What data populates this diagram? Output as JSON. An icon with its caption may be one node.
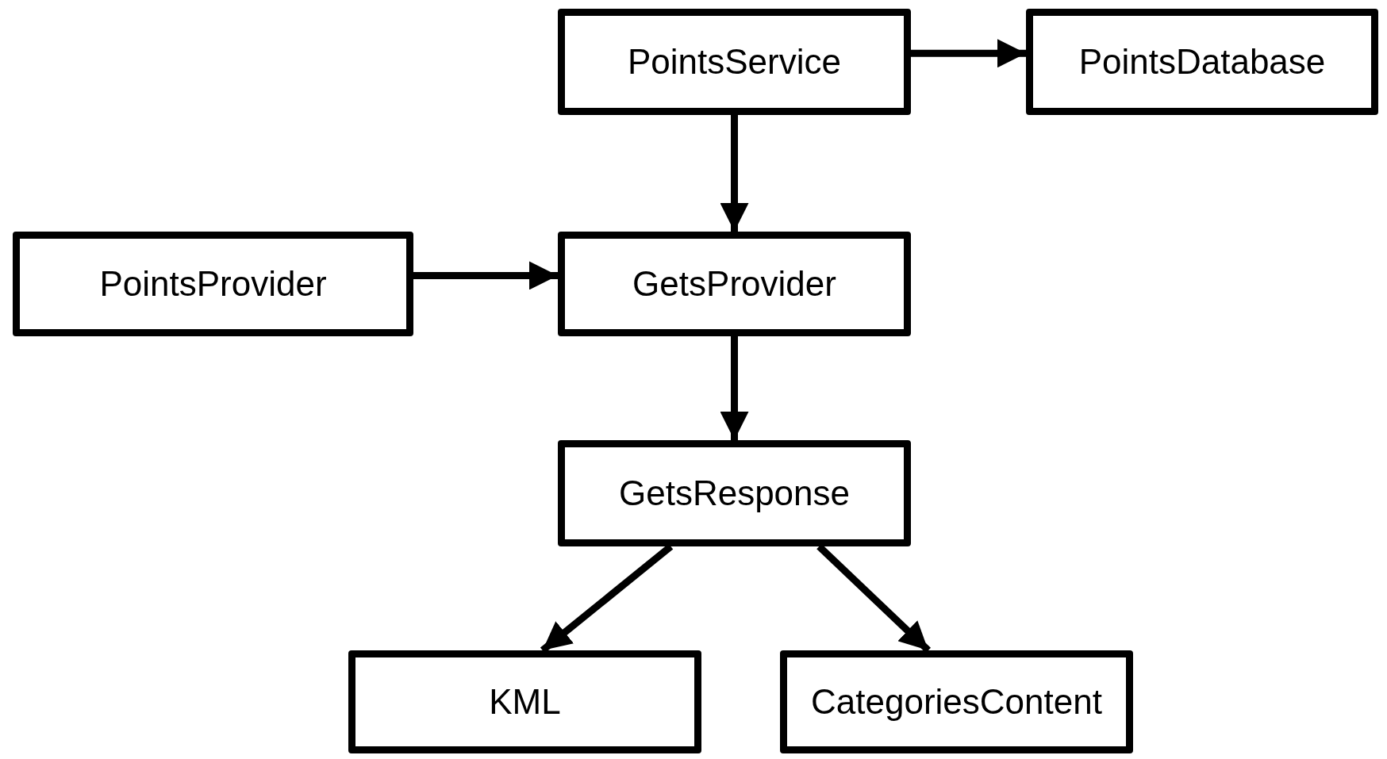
{
  "diagram": {
    "nodes": [
      {
        "text": [
          "PointsService"
        ]
      },
      {
        "text": [
          "PointsDatabase"
        ]
      },
      {
        "text": [
          "PointsProvider"
        ]
      },
      {
        "text": [
          "GetsProvider"
        ]
      },
      {
        "text": [
          "GetsResponse"
        ]
      },
      {
        "text": [
          "KML"
        ]
      },
      {
        "text": [
          "CategoriesContent"
        ]
      }
    ],
    "edges": [
      {
        "from": 0,
        "to": 1,
        "arrow": "to"
      },
      {
        "from": 0,
        "to": 3,
        "arrow": "to"
      },
      {
        "from": 2,
        "to": 3,
        "arrow": "to"
      },
      {
        "from": 3,
        "to": 4,
        "arrow": "to"
      },
      {
        "from": 4,
        "to": 5,
        "arrow": "to"
      },
      {
        "from": 4,
        "to": 6,
        "arrow": "to"
      }
    ]
  }
}
